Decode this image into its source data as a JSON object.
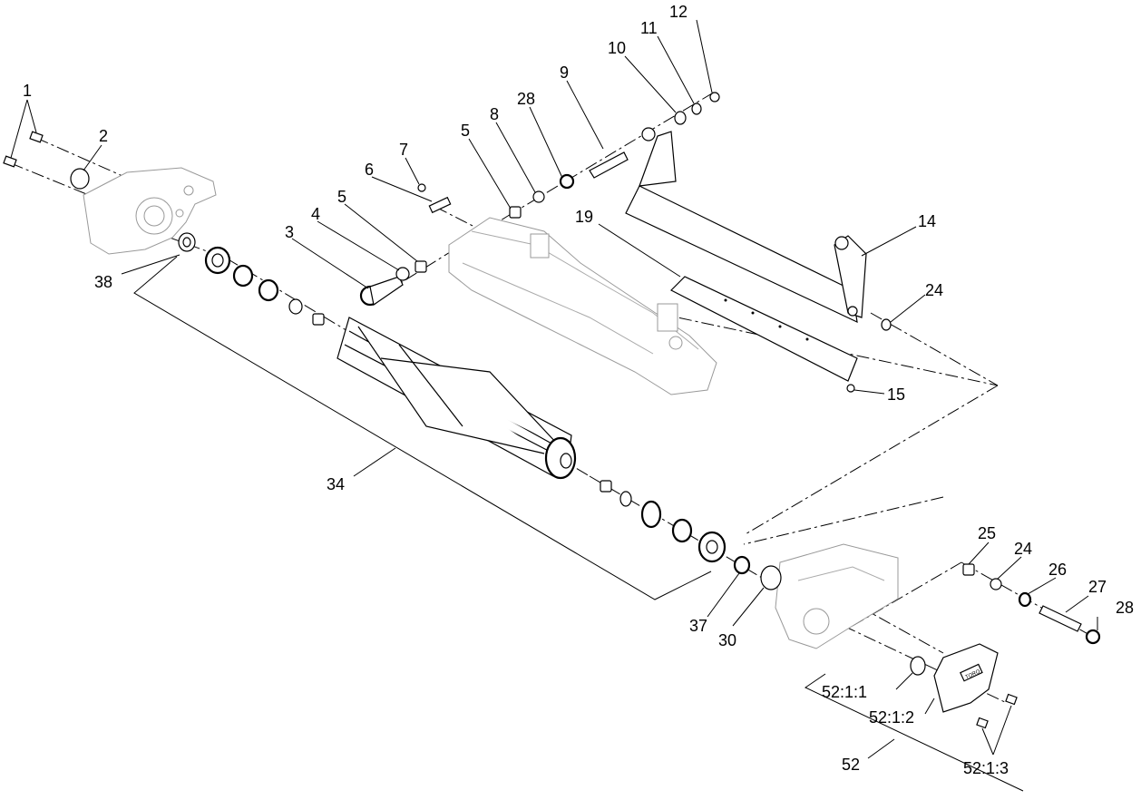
{
  "callouts": {
    "c1": "1",
    "c2": "2",
    "c3": "3",
    "c4": "4",
    "c5a": "5",
    "c5b": "5",
    "c6": "6",
    "c7": "7",
    "c8": "8",
    "c9": "9",
    "c10": "10",
    "c11": "11",
    "c12": "12",
    "c14": "14",
    "c15": "15",
    "c19": "19",
    "c24a": "24",
    "c24b": "24",
    "c25": "25",
    "c26": "26",
    "c27": "27",
    "c28a": "28",
    "c28b": "28",
    "c30": "30",
    "c34": "34",
    "c37": "37",
    "c38": "38",
    "c52": "52",
    "c52_1_1": "52:1:1",
    "c52_1_2": "52:1:2",
    "c52_1_3": "52:1:3"
  },
  "logo_text": "TORO"
}
